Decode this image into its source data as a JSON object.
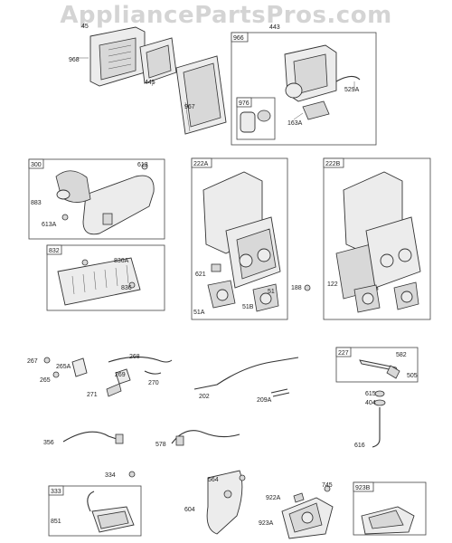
{
  "watermark": "AppliancePartsPros.com",
  "groups": [
    {
      "id": "966",
      "label": "966"
    },
    {
      "id": "976",
      "label": "976"
    },
    {
      "id": "300",
      "label": "300"
    },
    {
      "id": "832",
      "label": "832"
    },
    {
      "id": "222A",
      "label": "222A"
    },
    {
      "id": "222B",
      "label": "222B"
    },
    {
      "id": "227",
      "label": "227"
    },
    {
      "id": "333",
      "label": "333"
    },
    {
      "id": "923B",
      "label": "923B"
    }
  ],
  "labels": [
    "45",
    "968",
    "445",
    "967",
    "443",
    "163A",
    "529A",
    "613",
    "883",
    "613A",
    "836A",
    "836",
    "621",
    "51A",
    "51B",
    "51",
    "188",
    "122",
    "267",
    "265A",
    "265",
    "268",
    "269",
    "271",
    "270",
    "202",
    "209A",
    "582",
    "505",
    "615",
    "404",
    "616",
    "356",
    "578",
    "334",
    "851",
    "564",
    "604",
    "745",
    "922A",
    "923A"
  ]
}
